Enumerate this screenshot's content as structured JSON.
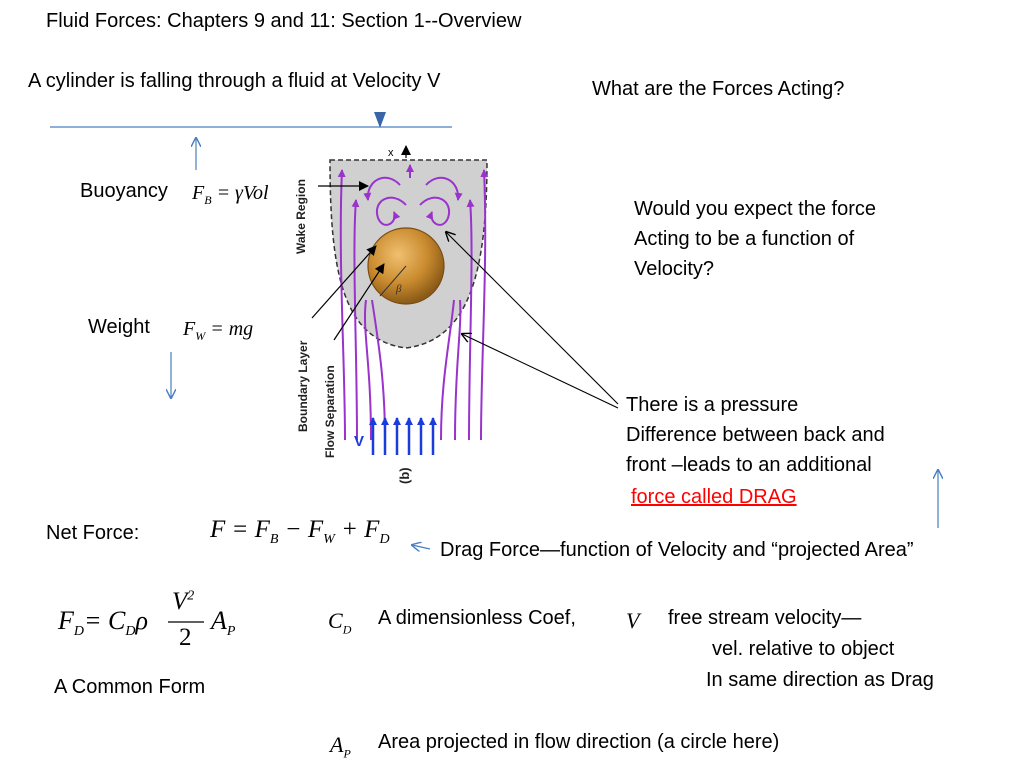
{
  "slide": {
    "title": "Fluid Forces: Chapters 9 and 11: Section 1--Overview",
    "subtitle": "A cylinder is falling through a fluid at Velocity V",
    "question": "What are the Forces Acting?",
    "expectation": [
      "Would you expect the force",
      "Acting to be a function of",
      "Velocity?"
    ],
    "buoyancy_label": "Buoyancy",
    "buoyancy_eq": {
      "lhs": "F",
      "lhs_sub": "B",
      "rhs": "= γVol"
    },
    "weight_label": "Weight",
    "weight_eq": {
      "lhs": "F",
      "lhs_sub": "W",
      "rhs": "= mg"
    },
    "pressure_note": [
      "There is a pressure",
      "Difference between back and",
      "front –leads to an additional"
    ],
    "drag_link": "force called DRAG",
    "net_force_label": "Net Force:",
    "net_force_eq": {
      "p1": "F = F",
      "s1": "B",
      "p2": " − F",
      "s2": "W",
      "p3": " + F",
      "s3": "D"
    },
    "drag_function_note": "Drag Force—function of Velocity and “projected Area”",
    "drag_eq": {
      "lhs": "F",
      "lhs_sub": "D",
      "mid": "= C",
      "mid_sub": "D",
      "rho": "ρ",
      "numerator": "V",
      "numerator_exp": "2",
      "denominator": "2",
      "tail": "A",
      "tail_sub": "P"
    },
    "common_form": "A Common Form",
    "cd_symbol": {
      "main": "C",
      "sub": "D"
    },
    "cd_desc": "A dimensionless Coef,",
    "v_symbol": "V",
    "v_desc": [
      "free stream velocity—",
      "vel. relative to object",
      "In same direction as Drag"
    ],
    "ap_symbol": {
      "main": "A",
      "sub": "P"
    },
    "ap_desc": "Area projected in flow direction (a circle here)"
  },
  "figure": {
    "wake_region": "Wake Region",
    "boundary_layer": "Boundary Layer",
    "flow_separation": "Flow Separation",
    "panel": "(b)",
    "velocity": "V",
    "x_mark": "x",
    "beta": "β"
  },
  "colors": {
    "streamline": "#9933cc",
    "inflow": "#1a3cdc",
    "sphere": "#c98a2e",
    "wake": "#d0d0d0",
    "guide_line": "#4a7fc1",
    "drag_text": "#ff0000"
  }
}
